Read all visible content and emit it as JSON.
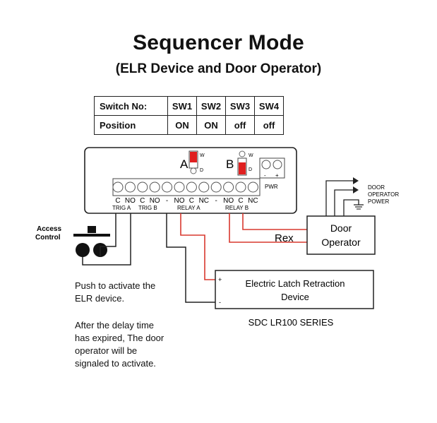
{
  "title": "Sequencer Mode",
  "subtitle": "(ELR Device and Door Operator)",
  "switch_table": {
    "header_label": "Switch No:",
    "position_label": "Position",
    "switches": [
      {
        "name": "SW1",
        "position": "ON"
      },
      {
        "name": "SW2",
        "position": "ON"
      },
      {
        "name": "SW3",
        "position": "off"
      },
      {
        "name": "SW4",
        "position": "off"
      }
    ]
  },
  "module": {
    "dip_a_label": "A",
    "dip_b_label": "B",
    "w_label": "W",
    "d_label": "D",
    "pwr_label": "PWR",
    "pwr_minus": "-",
    "pwr_plus": "+",
    "terminal_labels": [
      "C",
      "NO",
      "C",
      "NO",
      "-",
      "NO",
      "C",
      "NC",
      "-",
      "NO",
      "C",
      "NC"
    ],
    "group_labels": {
      "trig_a": "TRIG A",
      "trig_b": "TRIG B",
      "relay_a": "RELAY A",
      "relay_b": "RELAY B"
    }
  },
  "access_control": {
    "line1": "Access",
    "line2": "Control"
  },
  "door_operator": {
    "box_line1": "Door",
    "box_line2": "Operator",
    "power_line1": "DOOR",
    "power_line2": "OPERATOR",
    "power_line3": "POWER"
  },
  "rex_label": "Rex",
  "elr_device": {
    "line1": "Electric Latch Retraction",
    "line2": "Device",
    "plus": "+",
    "minus": "-",
    "series": "SDC LR100 SERIES"
  },
  "notes": {
    "push_line1": "Push to activate the",
    "push_line2": "ELR device.",
    "delay_line1": "After the delay time",
    "delay_line2": "has expired, The door",
    "delay_line3": "operator  will be",
    "delay_line4": "signaled to activate."
  },
  "colors": {
    "wire_red": "#d9382e",
    "dip_red": "#e02020",
    "wire_black": "#222222"
  }
}
